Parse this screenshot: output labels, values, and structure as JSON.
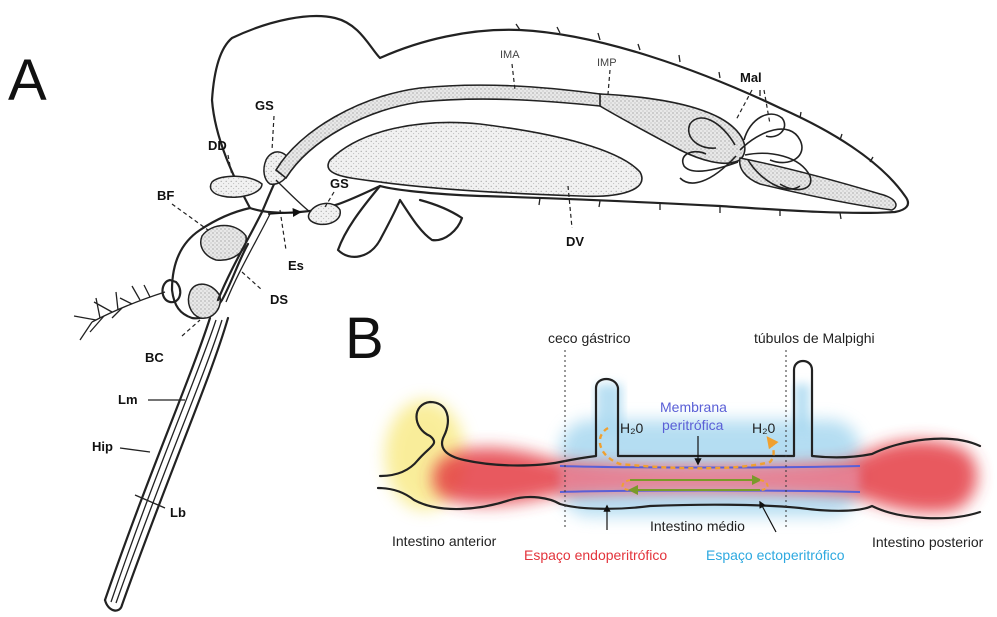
{
  "panel_a": {
    "letter": "A",
    "labels": {
      "ima": "IMA",
      "imp": "IMP",
      "mal": "Mal",
      "gs_upper": "GS",
      "gs_lower": "GS",
      "dd": "DD",
      "bf": "BF",
      "es": "Es",
      "ds": "DS",
      "dv": "DV",
      "bc": "BC",
      "lm": "Lm",
      "hip": "Hip",
      "lb": "Lb"
    }
  },
  "panel_b": {
    "letter": "B",
    "labels": {
      "ceco": "ceco gástrico",
      "tubulos": "túbulos de Malpighi",
      "membrana_line1": "Membrana",
      "membrana_line2": "peritrófica",
      "h2o_left": "H₂0",
      "h2o_right": "H₂0",
      "anterior": "Intestino anterior",
      "medio": "Intestino médio",
      "posterior": "Intestino posterior",
      "endo": "Espaço endoperitrófico",
      "ecto": "Espaço ectoperitrófico"
    },
    "colors": {
      "endoperitrophic": "#e3343c",
      "ectoperitrophic": "#2ea9e0",
      "membrane": "#5a5fd6",
      "water_flow": "#f0a030",
      "counter_flow": "#7a9a2a",
      "foregut": "#f5e04a"
    }
  }
}
